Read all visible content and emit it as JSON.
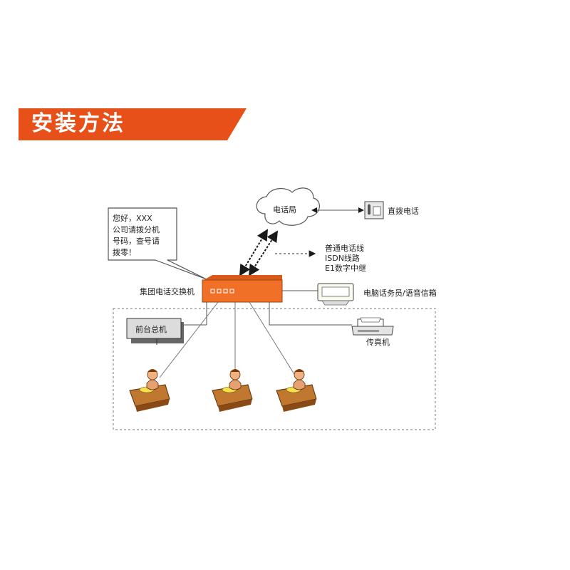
{
  "banner": {
    "title": "安装方法",
    "color": "#e8501a"
  },
  "diagram": {
    "speech_bubble": [
      "您好，XXX",
      "公司请拨分机",
      "号码，查号请",
      "拨零！"
    ],
    "telecom_office": "电话局",
    "direct_phone": "直拨电话",
    "line_types": [
      "普通电话线",
      "ISDN线路",
      "E1数字中继"
    ],
    "switch": "集团电话交换机",
    "computer_operator": "电脑话务员/语音信箱",
    "front_desk": "前台总机",
    "fax": "传真机",
    "colors": {
      "switch": "#f07028",
      "arrow": "#1a1a1a"
    }
  }
}
